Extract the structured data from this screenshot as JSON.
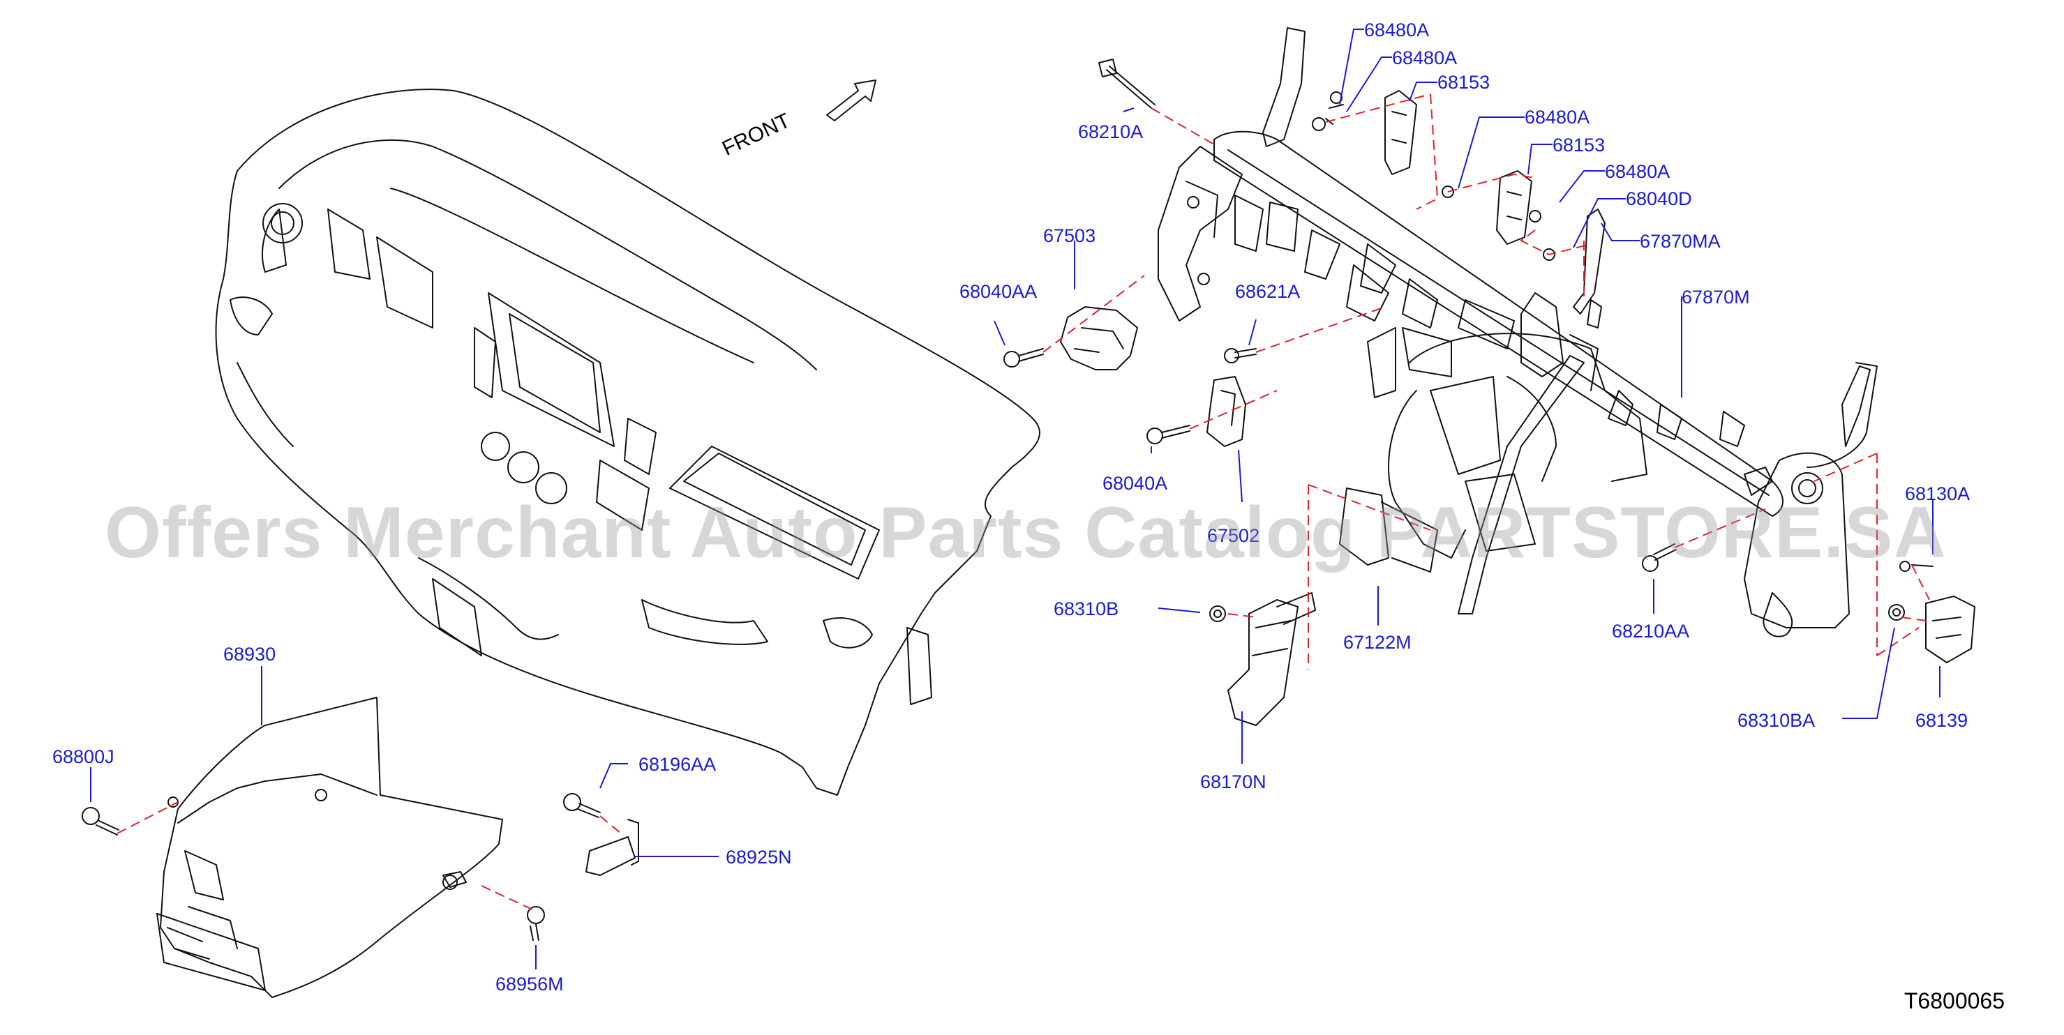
{
  "diagram": {
    "front_label": "FRONT",
    "watermark": "Offers Merchant Auto Parts Catalog PARTSTORE.SA",
    "figure_code": "T6800065",
    "colors": {
      "callout": "#1a1ad6",
      "dashed": "#e0222a",
      "line": "#111111"
    },
    "callouts": [
      {
        "id": "c1",
        "text": "68480A"
      },
      {
        "id": "c2",
        "text": "68480A"
      },
      {
        "id": "c3",
        "text": "68153"
      },
      {
        "id": "c4",
        "text": "68210A"
      },
      {
        "id": "c5",
        "text": "68480A"
      },
      {
        "id": "c6",
        "text": "68153"
      },
      {
        "id": "c7",
        "text": "68480A"
      },
      {
        "id": "c8",
        "text": "68040D"
      },
      {
        "id": "c9",
        "text": "67870MA"
      },
      {
        "id": "c10",
        "text": "67503"
      },
      {
        "id": "c11",
        "text": "68040AA"
      },
      {
        "id": "c12",
        "text": "68621A"
      },
      {
        "id": "c13",
        "text": "67870M"
      },
      {
        "id": "c14",
        "text": "68040A"
      },
      {
        "id": "c15",
        "text": "67502"
      },
      {
        "id": "c16",
        "text": "68130A"
      },
      {
        "id": "c17",
        "text": "68310B"
      },
      {
        "id": "c18",
        "text": "67122M"
      },
      {
        "id": "c19",
        "text": "68210AA"
      },
      {
        "id": "c20",
        "text": "68310BA"
      },
      {
        "id": "c21",
        "text": "68139"
      },
      {
        "id": "c22",
        "text": "68170N"
      },
      {
        "id": "c23",
        "text": "68930"
      },
      {
        "id": "c24",
        "text": "68800J"
      },
      {
        "id": "c25",
        "text": "68196AA"
      },
      {
        "id": "c26",
        "text": "68925N"
      },
      {
        "id": "c27",
        "text": "68956M"
      }
    ]
  }
}
